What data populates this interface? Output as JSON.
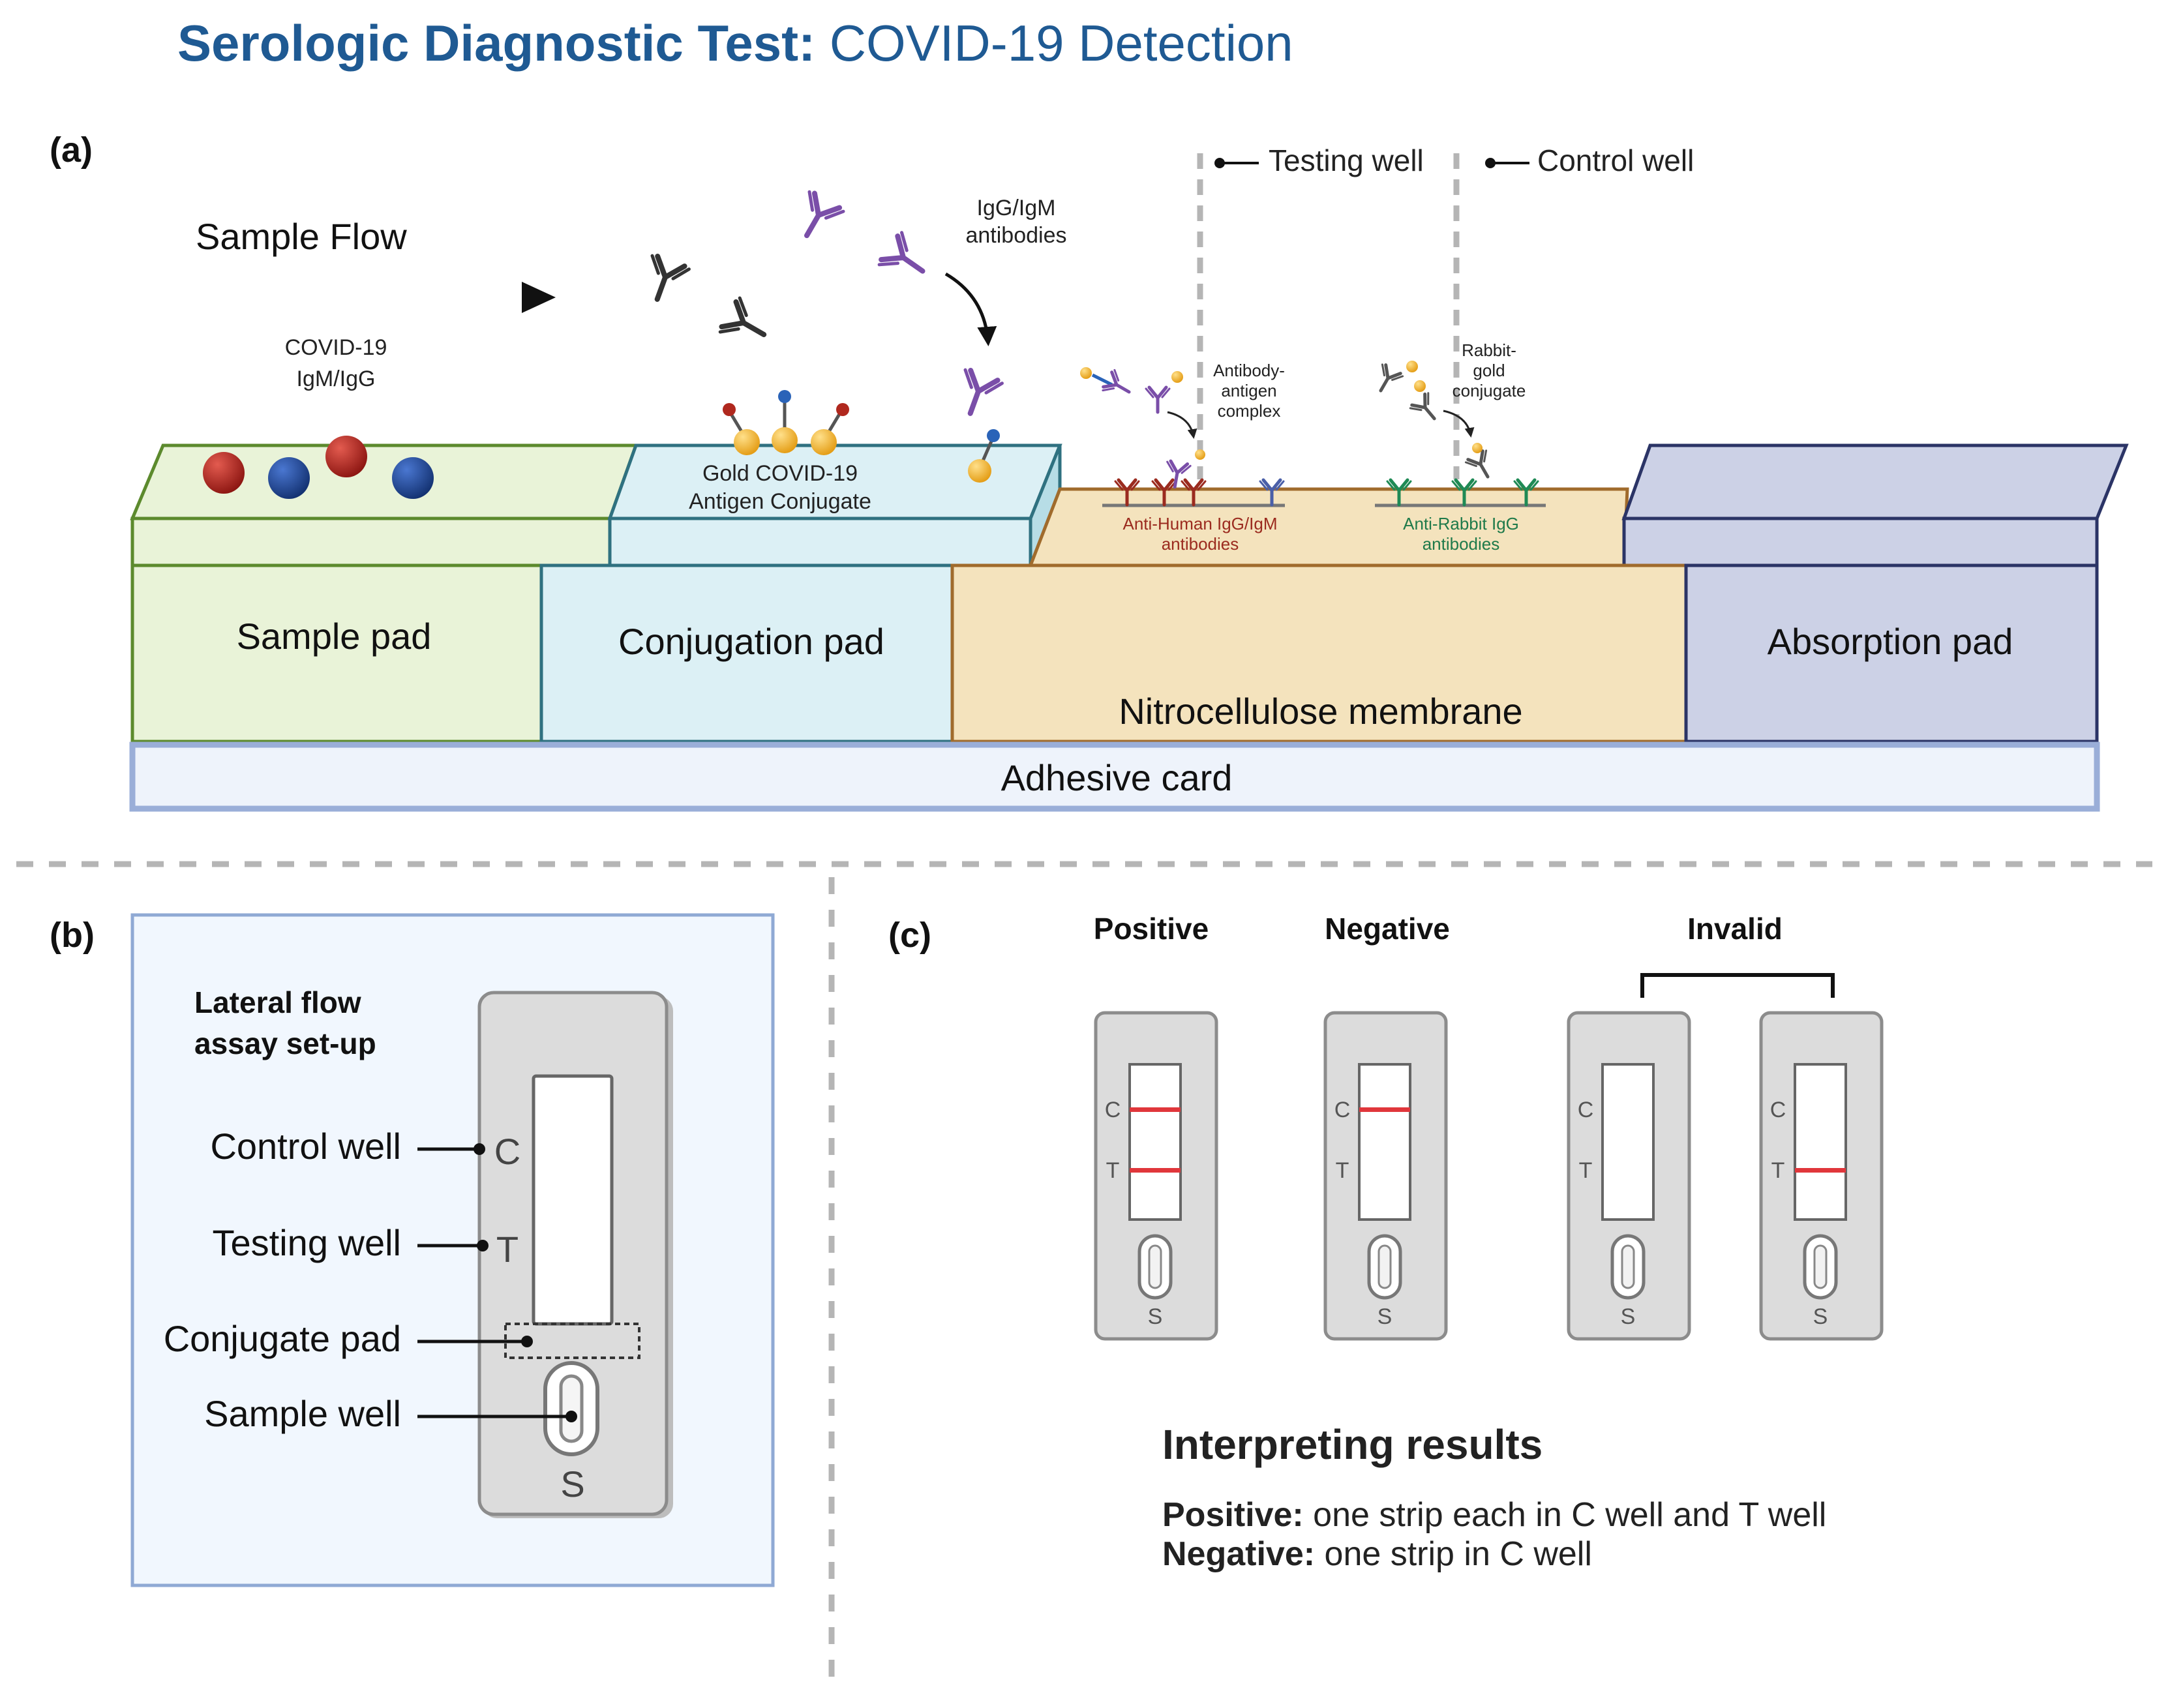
{
  "title": {
    "bold": "Serologic Diagnostic Test:",
    "rest": " COVID-19 Detection"
  },
  "panel_a": {
    "label": "(a)",
    "sample_flow": "Sample Flow",
    "covid_antibodies_line1": "COVID-19",
    "covid_antibodies_line2": "IgM/IgG",
    "igg_igm_line1": "IgG/IgM",
    "igg_igm_line2": "antibodies",
    "gold_conjugate_line1": "Gold  COVID-19",
    "gold_conjugate_line2": "Antigen Conjugate",
    "testing_well": "Testing well",
    "control_well": "Control well",
    "ab_ag_line1": "Antibody-",
    "ab_ag_line2": "antigen",
    "ab_ag_line3": "complex",
    "rabbit_line1": "Rabbit-",
    "rabbit_line2": "gold",
    "rabbit_line3": "conjugate",
    "anti_human_line1": "Anti-Human IgG/IgM",
    "anti_human_line2": "antibodies",
    "anti_rabbit_line1": "Anti-Rabbit IgG",
    "anti_rabbit_line2": "antibodies",
    "sample_pad": "Sample pad",
    "conjugation_pad": "Conjugation pad",
    "nitrocellulose": "Nitrocellulose membrane",
    "absorption_pad": "Absorption pad",
    "adhesive_card": "Adhesive card"
  },
  "panel_b": {
    "label": "(b)",
    "heading_line1": "Lateral flow",
    "heading_line2": "assay set-up",
    "control_well": "Control well",
    "testing_well": "Testing well",
    "conjugate_pad": "Conjugate pad",
    "sample_well": "Sample well",
    "c": "C",
    "t": "T",
    "s": "S"
  },
  "panel_c": {
    "label": "(c)",
    "positive": "Positive",
    "negative": "Negative",
    "invalid": "Invalid",
    "c": "C",
    "t": "T",
    "s": "S",
    "interpreting": "Interpreting results",
    "pos_bold": "Positive:",
    "pos_text": " one strip each in C well and T well",
    "neg_bold": "Negative:",
    "neg_text": " one strip in C well"
  },
  "colors": {
    "title": "#1f5a93",
    "sample_pad": "#e9f3d8",
    "conjugation_pad": "#dcf0f5",
    "nitrocellulose": "#f4e3bd",
    "absorption_pad": "#ccd1e6",
    "adhesive_card": "#eef3fb",
    "antibody_purple": "#7a4ea8",
    "gold": "#f3b52a",
    "result_line": "#e0363b"
  }
}
